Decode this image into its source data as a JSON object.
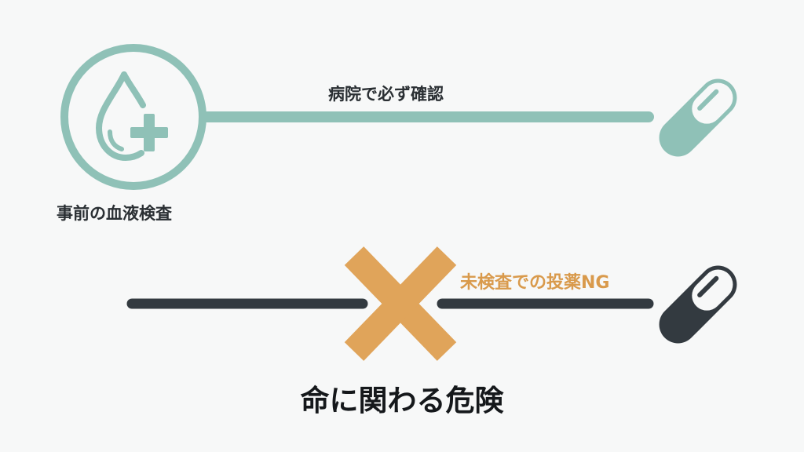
{
  "colors": {
    "background": "#f7f8f8",
    "teal": "#8fc1b7",
    "dark": "#333a40",
    "orange": "#e0a45a",
    "text_dark": "#2a2f33",
    "text_orange": "#d99a4c"
  },
  "top_flow": {
    "start_node": {
      "icon": "blood-drop-plus-icon",
      "label": "事前の血液検査"
    },
    "line_label": "病院で必ず確認",
    "end_node": {
      "icon": "capsule-icon"
    }
  },
  "bottom_flow": {
    "line_label": "未検査での投薬NG",
    "blocker_icon": "cross-mark-icon",
    "end_node": {
      "icon": "capsule-icon"
    }
  },
  "warning": {
    "text": "命に関わる危険"
  }
}
